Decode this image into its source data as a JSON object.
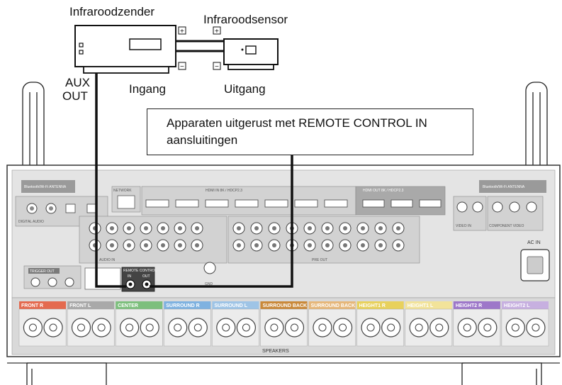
{
  "labels": {
    "ir_transmitter": "Infraroodzender",
    "ir_sensor": "Infraroodsensor",
    "aux_out_line1": "AUX",
    "aux_out_line2": "OUT",
    "input": "Ingang",
    "output": "Uitgang"
  },
  "callout": {
    "line1": "Apparaten uitgerust met REMOTE CONTROL IN",
    "line2": "aansluitingen"
  },
  "symbols": {
    "plus": "+",
    "minus": "−"
  },
  "panel": {
    "antenna_left": "Bluetooth/Wi-Fi ANTENNA",
    "antenna_right": "Bluetooth/Wi-Fi ANTENNA",
    "network": "NETWORK",
    "hdmi_in": "HDMI IN 8K / HDCP2.3",
    "hdmi_out": "HDMI OUT 8K / HDCP2.3",
    "digital_audio": "DIGITAL AUDIO",
    "audio_in": "AUDIO IN",
    "video_in": "VIDEO IN",
    "component_video": "COMPONENT VIDEO",
    "pre_out": "PRE OUT",
    "trigger_out": "TRIGGER OUT",
    "remote_control": "REMOTE CONTROL",
    "remote_in": "IN",
    "remote_out": "OUT",
    "gnd": "GND",
    "ac_in": "AC IN",
    "speakers": "SPEAKERS",
    "speaker_sections": [
      "FRONT R",
      "FRONT L",
      "CENTER",
      "SURROUND R",
      "SURROUND L",
      "SURROUND BACK R",
      "SURROUND BACK L",
      "HEIGHT1 R",
      "HEIGHT1 L",
      "HEIGHT2 R",
      "HEIGHT2 L"
    ],
    "speaker_colors": [
      "#e46a4f",
      "#a9a9a9",
      "#7dbf7d",
      "#7fb2e0",
      "#9ec4e6",
      "#c9893a",
      "#e6b77a",
      "#e8d15c",
      "#f2e39a",
      "#9d77c9",
      "#c7b0e0"
    ]
  }
}
